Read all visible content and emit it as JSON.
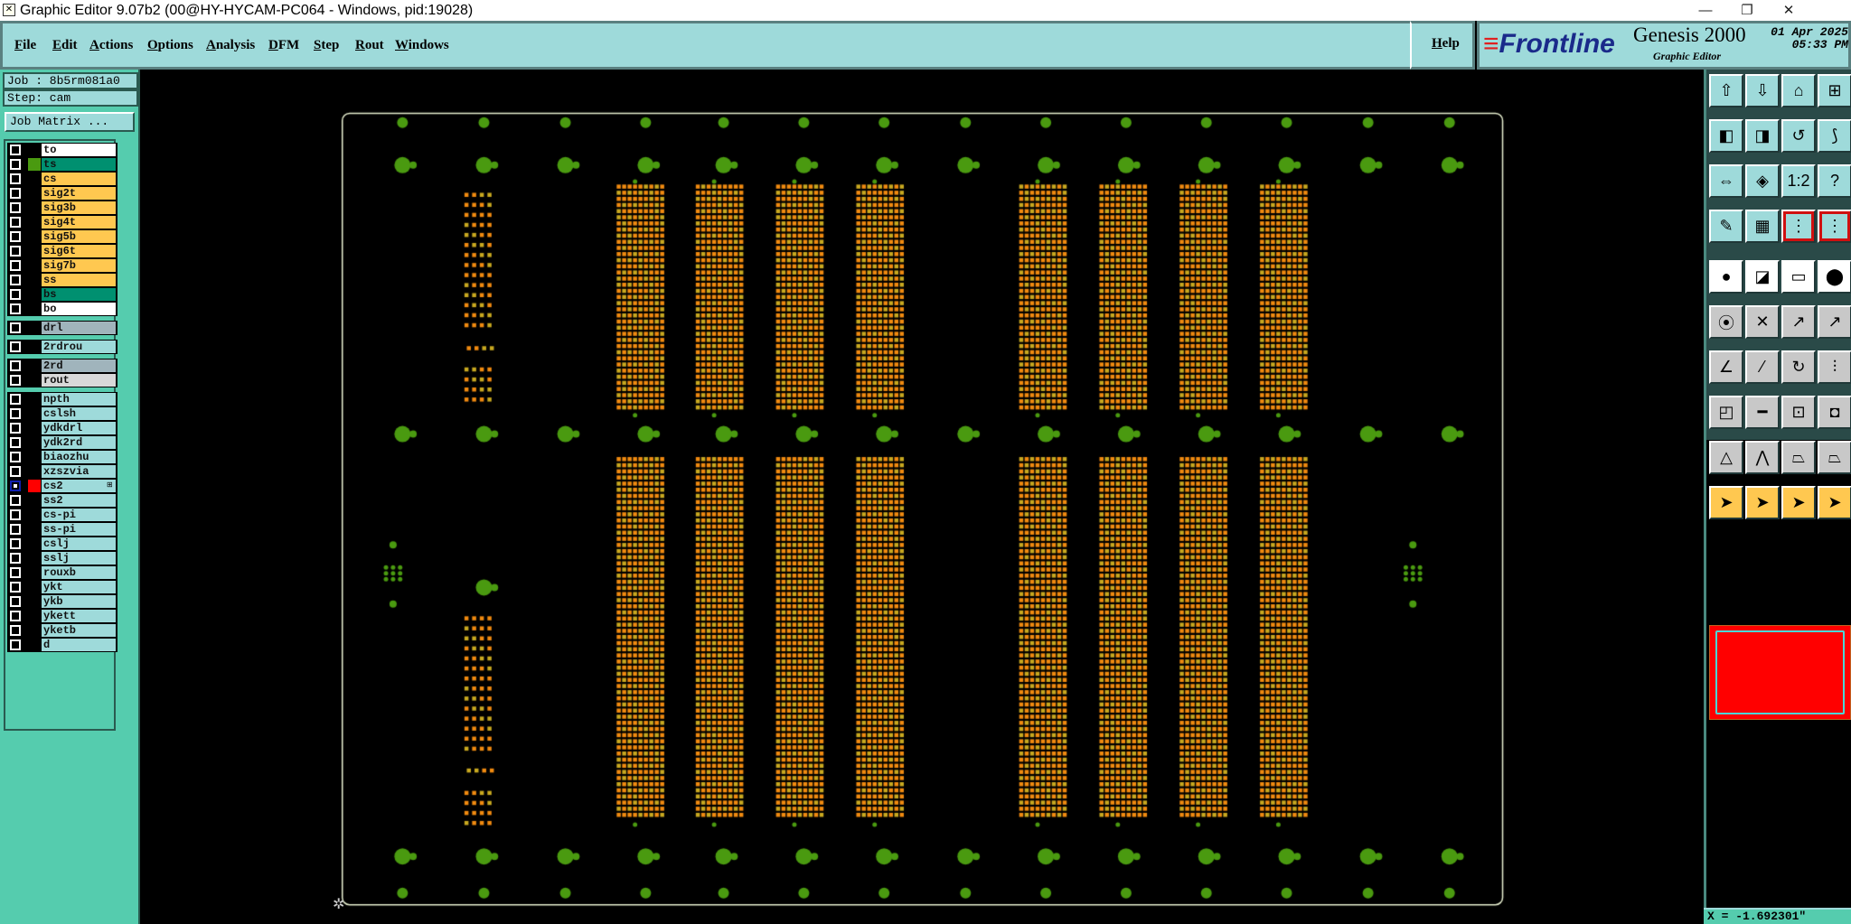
{
  "window": {
    "title": "Graphic Editor 9.07b2 (00@HY-HYCAM-PC064 - Windows, pid:19028)",
    "minimize": "—",
    "restore": "❐",
    "close": "✕"
  },
  "menu": [
    "File",
    "Edit",
    "Actions",
    "Options",
    "Analysis",
    "DFM",
    "Step",
    "Rout",
    "Windows"
  ],
  "help": "Help",
  "logo": {
    "brand": "Frontline",
    "product": "Genesis 2000",
    "subtitle": "Graphic Editor",
    "date": "01 Apr 2025",
    "time": "05:33 PM"
  },
  "job": {
    "job": "Job : 8b5rm081a0",
    "step": "Step: cam",
    "matrix_button": "Job Matrix ..."
  },
  "layers": [
    {
      "name": "to",
      "bg": "#ffffff",
      "group": 0
    },
    {
      "name": "ts",
      "bg": "#009070",
      "group": 0,
      "swatch": "#4a9a10"
    },
    {
      "name": "cs",
      "bg": "#ffc850",
      "group": 0
    },
    {
      "name": "sig2t",
      "bg": "#ffc850",
      "group": 0
    },
    {
      "name": "sig3b",
      "bg": "#ffc850",
      "group": 0
    },
    {
      "name": "sig4t",
      "bg": "#ffc850",
      "group": 0
    },
    {
      "name": "sig5b",
      "bg": "#ffc850",
      "group": 0
    },
    {
      "name": "sig6t",
      "bg": "#ffc850",
      "group": 0
    },
    {
      "name": "sig7b",
      "bg": "#ffc850",
      "group": 0
    },
    {
      "name": "ss",
      "bg": "#ffc850",
      "group": 0
    },
    {
      "name": "bs",
      "bg": "#009070",
      "group": 0
    },
    {
      "name": "bo",
      "bg": "#ffffff",
      "group": 0
    },
    {
      "name": "drl",
      "bg": "#a0b4bc",
      "group": 1
    },
    {
      "name": "2rdrou",
      "bg": "#9edada",
      "group": 2
    },
    {
      "name": "2rd",
      "bg": "#a0b4bc",
      "group": 3
    },
    {
      "name": "rout",
      "bg": "#d8d8d8",
      "group": 3
    },
    {
      "name": "npth",
      "bg": "#9edada",
      "group": 4
    },
    {
      "name": "cslsh",
      "bg": "#9edada",
      "group": 4
    },
    {
      "name": "ydkdrl",
      "bg": "#9edada",
      "group": 4
    },
    {
      "name": "ydk2rd",
      "bg": "#9edada",
      "group": 4
    },
    {
      "name": "biaozhu",
      "bg": "#9edada",
      "group": 4
    },
    {
      "name": "xzszvia",
      "bg": "#9edada",
      "group": 4
    },
    {
      "name": "cs2",
      "bg": "#9edada",
      "group": 4,
      "swatch": "#ff0000",
      "selected": true,
      "marker": "⊞"
    },
    {
      "name": "ss2",
      "bg": "#9edada",
      "group": 4
    },
    {
      "name": "cs-pi",
      "bg": "#9edada",
      "group": 4
    },
    {
      "name": "ss-pi",
      "bg": "#9edada",
      "group": 4
    },
    {
      "name": "cslj",
      "bg": "#9edada",
      "group": 4
    },
    {
      "name": "sslj",
      "bg": "#9edada",
      "group": 4
    },
    {
      "name": "rouxb",
      "bg": "#9edada",
      "group": 4
    },
    {
      "name": "ykt",
      "bg": "#9edada",
      "group": 4
    },
    {
      "name": "ykb",
      "bg": "#9edada",
      "group": 4
    },
    {
      "name": "ykett",
      "bg": "#9edada",
      "group": 4
    },
    {
      "name": "yketb",
      "bg": "#9edada",
      "group": 4
    },
    {
      "name": "d",
      "bg": "#9edada",
      "group": 4
    }
  ],
  "tools": [
    {
      "icon": "open-step-icon",
      "glyph": "⇧",
      "style": ""
    },
    {
      "icon": "save-icon",
      "glyph": "⇩",
      "style": ""
    },
    {
      "icon": "home-icon",
      "glyph": "⌂",
      "style": ""
    },
    {
      "icon": "xy-grid-icon",
      "glyph": "⊞",
      "style": ""
    },
    {
      "icon": "pan-left-icon",
      "glyph": "◧",
      "style": ""
    },
    {
      "icon": "pan-right-icon",
      "glyph": "◨",
      "style": ""
    },
    {
      "icon": "undo-zoom-icon",
      "glyph": "↺",
      "style": ""
    },
    {
      "icon": "snap-icon",
      "glyph": "⟆",
      "style": ""
    },
    {
      "icon": "zoom-out-icon",
      "glyph": "⇔",
      "style": ""
    },
    {
      "icon": "zoom-in-icon",
      "glyph": "◈",
      "style": ""
    },
    {
      "icon": "scale-1-2-icon",
      "glyph": "1:2",
      "style": ""
    },
    {
      "icon": "help-icon",
      "glyph": "?",
      "style": ""
    },
    {
      "icon": "tools-palette-icon",
      "glyph": "✎",
      "style": ""
    },
    {
      "icon": "grid-icon",
      "glyph": "▦",
      "style": ""
    },
    {
      "icon": "netlist-icon",
      "glyph": "⋮",
      "style": "r"
    },
    {
      "icon": "netlist-alt-icon",
      "glyph": "⋮",
      "style": "r"
    },
    {
      "icon": "feature-info-icon",
      "glyph": "●",
      "style": "w"
    },
    {
      "icon": "measure-icon",
      "glyph": "◪",
      "style": "w"
    },
    {
      "icon": "ruler-icon",
      "glyph": "▭",
      "style": "w"
    },
    {
      "icon": "pad-select-icon",
      "glyph": "⬤",
      "style": "w"
    },
    {
      "icon": "connect-icon",
      "glyph": "⦿",
      "style": "g"
    },
    {
      "icon": "delete-icon",
      "glyph": "✕",
      "style": "g"
    },
    {
      "icon": "move-icon",
      "glyph": "↗",
      "style": "g"
    },
    {
      "icon": "copy-icon",
      "glyph": "↗",
      "style": "g"
    },
    {
      "icon": "add-line-icon",
      "glyph": "∠",
      "style": "g"
    },
    {
      "icon": "extend-line-icon",
      "glyph": "⁄",
      "style": "g"
    },
    {
      "icon": "rotate-icon",
      "glyph": "↻",
      "style": "g"
    },
    {
      "icon": "mirror-icon",
      "glyph": "⫶",
      "style": "g"
    },
    {
      "icon": "resize-icon",
      "glyph": "◰",
      "style": "g"
    },
    {
      "icon": "line-icon",
      "glyph": "━",
      "style": "g"
    },
    {
      "icon": "dimension-icon",
      "glyph": "⊡",
      "style": "g"
    },
    {
      "icon": "contour-icon",
      "glyph": "◘",
      "style": "g"
    },
    {
      "icon": "add-pad-icon",
      "glyph": "△",
      "style": "g"
    },
    {
      "icon": "add-arc-icon",
      "glyph": "⋀",
      "style": "g"
    },
    {
      "icon": "add-surface-icon",
      "glyph": "⏢",
      "style": "g"
    },
    {
      "icon": "cut-surface-icon",
      "glyph": "⏢",
      "style": "g"
    },
    {
      "icon": "select-icon",
      "glyph": "➤",
      "style": "o"
    },
    {
      "icon": "select-box-icon",
      "glyph": "➤",
      "style": "o"
    },
    {
      "icon": "select-polygon-icon",
      "glyph": "➤",
      "style": "o"
    },
    {
      "icon": "select-net-icon",
      "glyph": "➤",
      "style": "o"
    }
  ],
  "status": {
    "coordinate": "X = -1.692301\""
  },
  "colors": {
    "pad_green": "#4a9a10",
    "pad_orange": "#f08a10",
    "pad_yellow": "#c8a820",
    "outline": "#e8f0d0",
    "preview": "#ff0000"
  }
}
